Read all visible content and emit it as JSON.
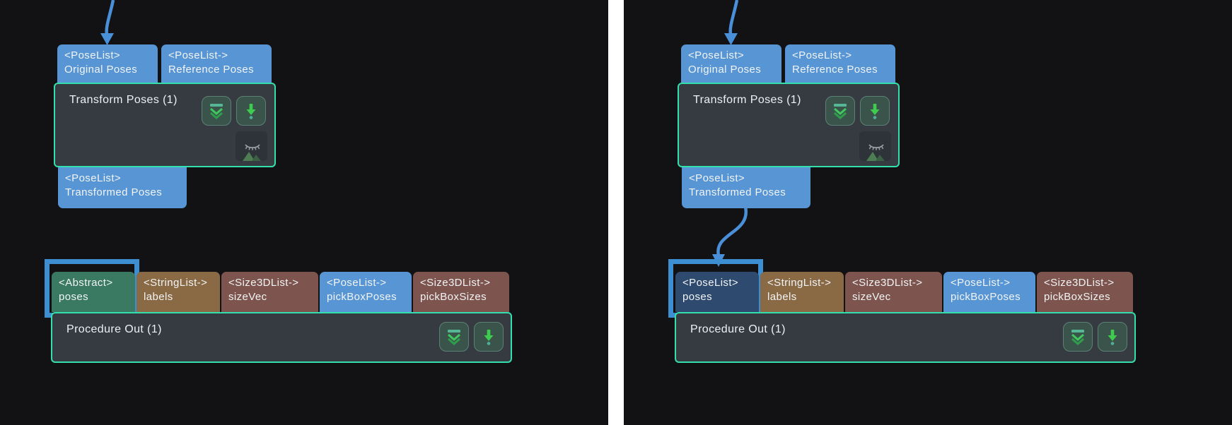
{
  "app": {
    "background": "#121214",
    "divider_color": "#ffffff"
  },
  "colors": {
    "port_blue": "#5795d4",
    "port_dark_blue": "#2e4a6e",
    "port_green": "#3a7a63",
    "port_brown": "#8a6a45",
    "port_maroon": "#7d554e",
    "node_bg": "#363b41",
    "node_border": "#31e0ad",
    "wire": "#4a90d9",
    "highlight": "#3d8fd2",
    "port_text": "#f2f4f6"
  },
  "icon_names": {
    "collapse": "collapse-double-chevron-icon",
    "save": "download-arrow-icon",
    "preview": "image-hidden-icon",
    "wire_end": "wire-arrowhead"
  },
  "panels": {
    "left": {
      "transform_node": {
        "title": "Transform Poses (1)"
      },
      "input_ports": [
        {
          "type": "<PoseList>",
          "name": "Original Poses"
        },
        {
          "type": "<PoseList->",
          "name": "Reference Poses"
        }
      ],
      "output_port": {
        "type": "<PoseList>",
        "name": "Transformed Poses"
      },
      "procedure_node": {
        "title": "Procedure Out (1)"
      },
      "procedure_ports": [
        {
          "type": "<Abstract>",
          "name": "poses",
          "color": "port_green",
          "highlighted": true
        },
        {
          "type": "<StringList->",
          "name": "labels",
          "color": "port_brown",
          "highlighted": false
        },
        {
          "type": "<Size3DList->",
          "name": "sizeVec",
          "color": "port_maroon",
          "highlighted": false
        },
        {
          "type": "<PoseList->",
          "name": "pickBoxPoses",
          "color": "port_blue",
          "highlighted": false
        },
        {
          "type": "<Size3DList->",
          "name": "pickBoxSizes",
          "color": "port_maroon",
          "highlighted": false
        }
      ]
    },
    "right": {
      "transform_node": {
        "title": "Transform Poses (1)"
      },
      "input_ports": [
        {
          "type": "<PoseList>",
          "name": "Original Poses"
        },
        {
          "type": "<PoseList->",
          "name": "Reference Poses"
        }
      ],
      "output_port": {
        "type": "<PoseList>",
        "name": "Transformed Poses"
      },
      "procedure_node": {
        "title": "Procedure Out (1)"
      },
      "procedure_ports": [
        {
          "type": "<PoseList>",
          "name": "poses",
          "color": "port_dark_blue",
          "highlighted": true
        },
        {
          "type": "<StringList->",
          "name": "labels",
          "color": "port_brown",
          "highlighted": false
        },
        {
          "type": "<Size3DList->",
          "name": "sizeVec",
          "color": "port_maroon",
          "highlighted": false
        },
        {
          "type": "<PoseList->",
          "name": "pickBoxPoses",
          "color": "port_blue",
          "highlighted": false
        },
        {
          "type": "<Size3DList->",
          "name": "pickBoxSizes",
          "color": "port_maroon",
          "highlighted": false
        }
      ]
    }
  }
}
